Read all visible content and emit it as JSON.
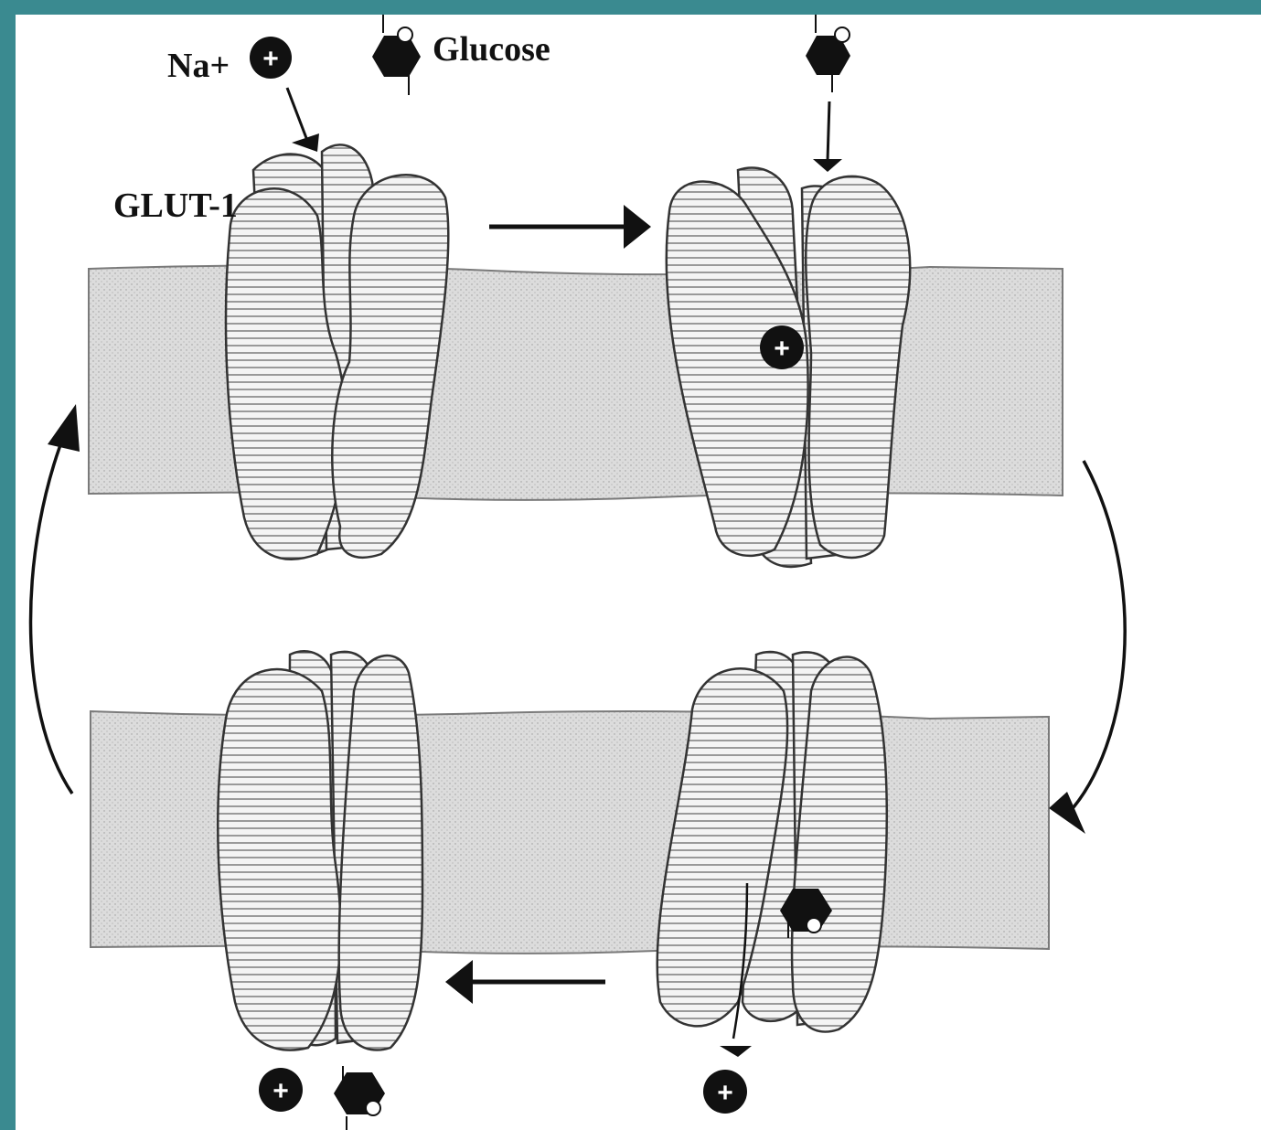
{
  "labels": {
    "sodium": "Na+",
    "glucose": "Glucose",
    "transporter": "GLUT-1"
  },
  "ion_symbol": "+",
  "colors": {
    "border": "#3a8a90",
    "background": "#ffffff",
    "membrane": "#dcdcdc",
    "protein": "#f2f2f2",
    "ink": "#111111"
  }
}
